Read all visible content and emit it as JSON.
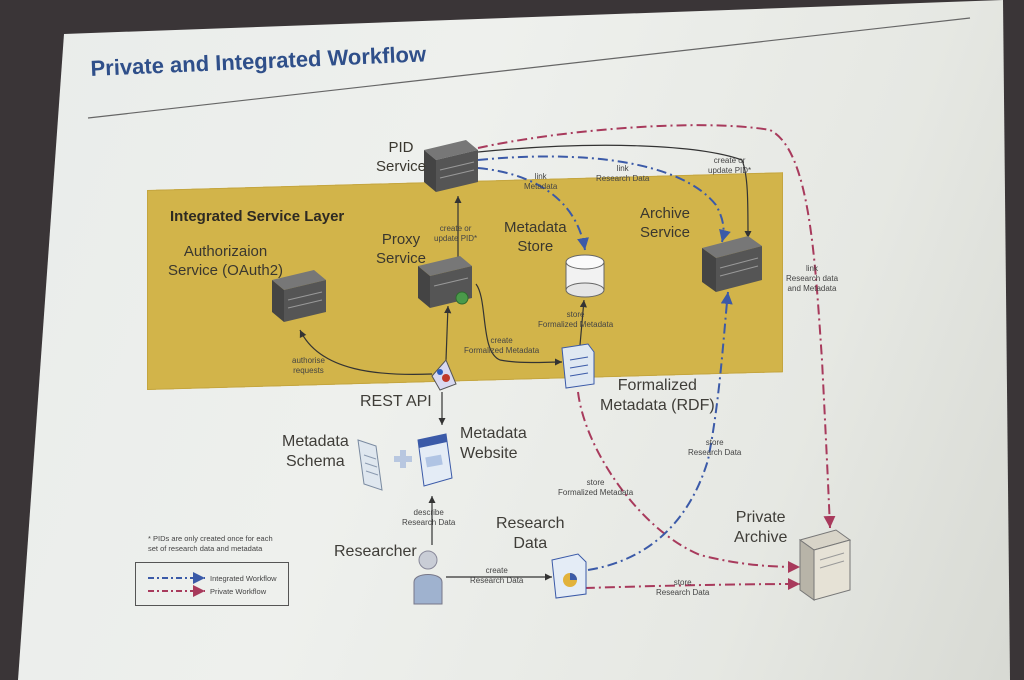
{
  "slide": {
    "title": "Private and Integrated Workflow",
    "layer_title": "Integrated Service Layer"
  },
  "nodes": {
    "pid_service": "PID\nService",
    "auth_service": "Authorizaion\nService (OAuth2)",
    "proxy_service": "Proxy\nService",
    "metadata_store": "Metadata\nStore",
    "archive_service": "Archive\nService",
    "rest_api": "REST API",
    "metadata_schema": "Metadata\nSchema",
    "metadata_website": "Metadata\nWebsite",
    "formalized_metadata": "Formalized\nMetadata (RDF)",
    "researcher": "Researcher",
    "research_data": "Research\nData",
    "private_archive": "Private\nArchive"
  },
  "edge_labels": {
    "create_update_pid_proxy": "create or\nupdate PID*",
    "link_metadata": "link\nMetadata",
    "link_research_data": "link\nResearch Data",
    "create_update_pid_archive": "create or\nupdate PID*",
    "link_research_and_metadata": "link\nResearch data\nand Metadata",
    "store_formalized_metadata_1": "store\nFormalized Metadata",
    "create_formalized_metadata": "create\nFormalized Metadata",
    "authorise_requests": "authorise\nrequests",
    "store_research_data_1": "store\nResearch Data",
    "store_formalized_metadata_2": "store\nFormalized Metadata",
    "describe_research_data": "describe\nResearch Data",
    "create_research_data": "create\nResearch Data",
    "store_research_data_2": "store\nResearch Data"
  },
  "footnote": "* PIDs are only created once for each\nset of research data and metadata",
  "legend": {
    "integrated": "Integrated Workflow",
    "private": "Private Workflow"
  },
  "colors": {
    "integrated_line": "#3b5aa8",
    "private_line": "#a83a5c",
    "layer": "#d2b44a",
    "title": "#2f4f8a"
  }
}
